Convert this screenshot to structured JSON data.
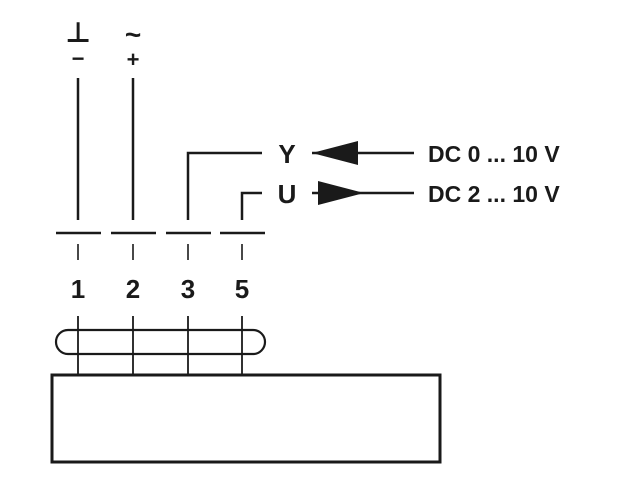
{
  "supply": {
    "ground_symbol": "⊥",
    "ground_polarity": "−",
    "ac_symbol": "~",
    "ac_polarity": "+"
  },
  "signals": {
    "y_label": "Y",
    "y_range": "DC 0 ... 10 V",
    "y_direction": "input",
    "u_label": "U",
    "u_range": "DC 2 ... 10 V",
    "u_direction": "output"
  },
  "terminals": [
    "1",
    "2",
    "3",
    "5"
  ],
  "colors": {
    "line": "#1a1a1a",
    "background": "#ffffff"
  }
}
